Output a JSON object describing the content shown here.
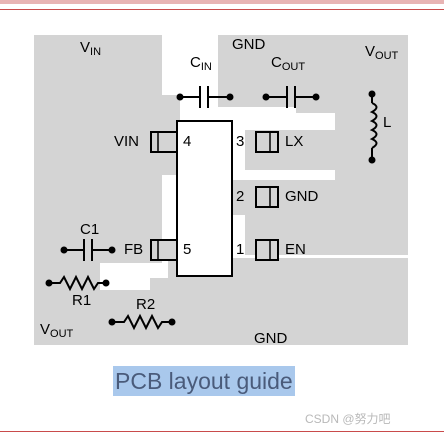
{
  "labels": {
    "vin_top": {
      "main": "V",
      "sub": "IN"
    },
    "gnd_top": "GND",
    "vout_top": {
      "main": "V",
      "sub": "OUT"
    },
    "cin": {
      "main": "C",
      "sub": "IN"
    },
    "cout": {
      "main": "C",
      "sub": "OUT"
    },
    "inductor": "L",
    "pin_vin": "VIN",
    "pin_lx": "LX",
    "pin_gnd": "GND",
    "pin_fb": "FB",
    "pin_en": "EN",
    "c1": "C1",
    "r1": "R1",
    "r2": "R2",
    "vout_bottom": {
      "main": "V",
      "sub": "OUT"
    },
    "gnd_bottom": "GND"
  },
  "pins": {
    "p4": "4",
    "p3": "3",
    "p2": "2",
    "p5": "5",
    "p1": "1"
  },
  "caption": "PCB layout guide",
  "watermark": "CSDN @努力吧",
  "colors": {
    "copper": "#d4d4d4",
    "caption_highlight": "#a9c8ec",
    "caption_text": "#4a5b7a",
    "rule": "#c94b4b"
  }
}
